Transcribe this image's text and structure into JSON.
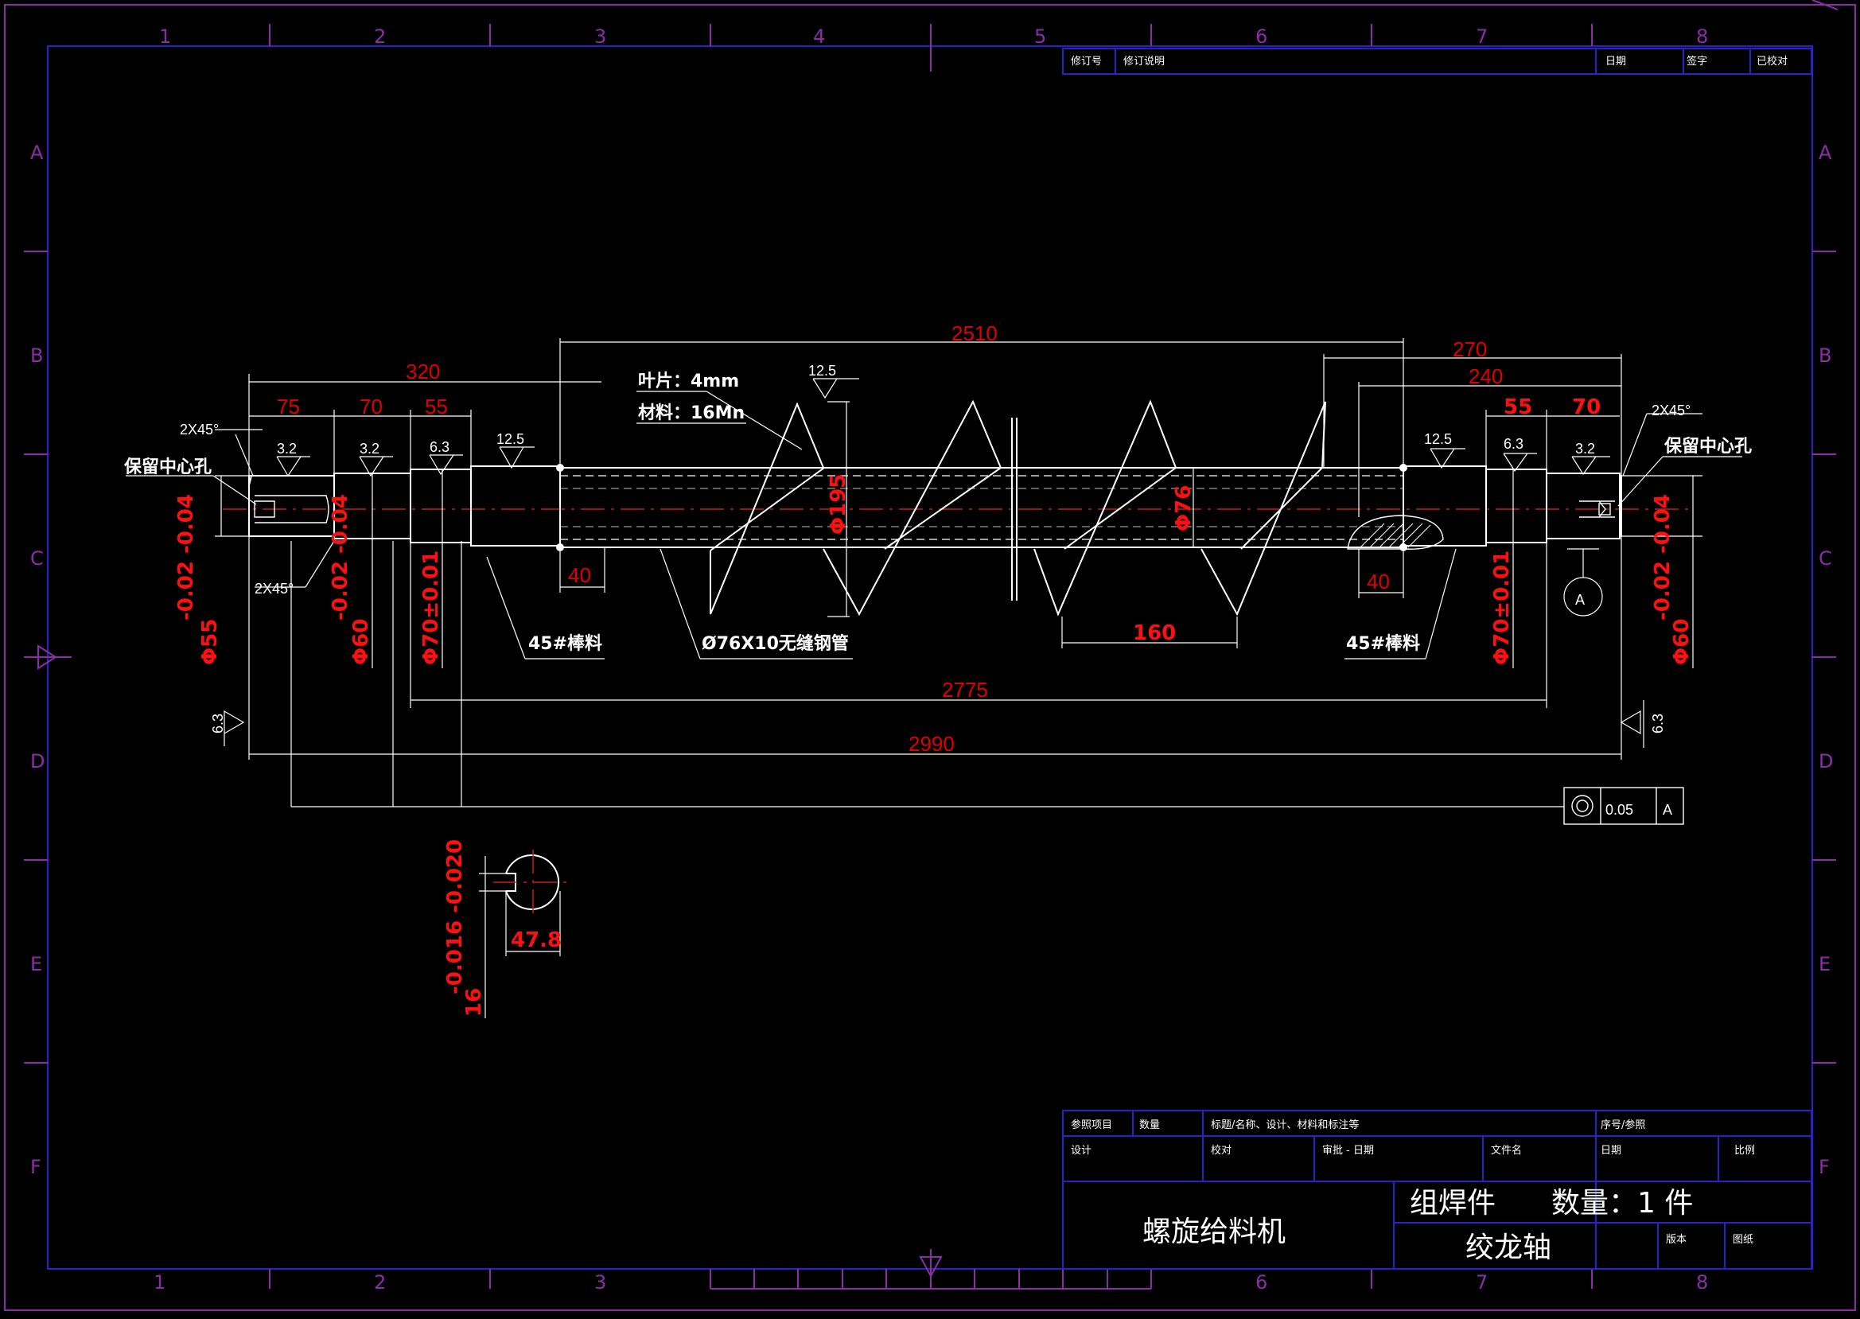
{
  "zones": {
    "cols": [
      "1",
      "2",
      "3",
      "4",
      "5",
      "6",
      "7",
      "8"
    ],
    "rows": [
      "A",
      "B",
      "C",
      "D",
      "E",
      "F"
    ]
  },
  "revision_block": {
    "rev_no": "修订号",
    "rev_desc": "修订说明",
    "date": "日期",
    "sign": "签字",
    "checked": "已校对"
  },
  "dimensions": {
    "d2510": "2510",
    "d320": "320",
    "d75": "75",
    "d70": "70",
    "d55": "55",
    "d270": "270",
    "d240": "240",
    "d55r": "55",
    "d70r": "70",
    "d40l": "40",
    "d40r": "40",
    "d160": "160",
    "d2775": "2775",
    "d2990": "2990",
    "d478": "47.8",
    "phi195": "Φ195",
    "phi76": "Φ76",
    "phi55": "Φ55",
    "phi55_tol": "-0.02 -0.04",
    "phi60l": "Φ60",
    "phi60l_tol": "-0.02 -0.04",
    "phi70l": "Φ70±0.01",
    "phi70r": "Φ70±0.01",
    "phi60r": "Φ60",
    "phi60r_tol": "-0.02 -0.04",
    "key16": "16",
    "key16_tol": "-0.016 -0.020",
    "chamfer": "2X45°"
  },
  "roughness": {
    "r32": "3.2",
    "r63": "6.3",
    "r125": "12.5"
  },
  "notes": {
    "blade": "叶片：4mm",
    "material": "材料：16Mn",
    "center_hole_l": "保留中心孔",
    "center_hole_r": "保留中心孔",
    "bar_l": "45#棒料",
    "bar_r": "45#棒料",
    "pipe": "Ø76X10无缝钢管",
    "datum": "A",
    "tol_sym": "◎",
    "tol_val": "0.05",
    "tol_datum": "A"
  },
  "title_block": {
    "ref_item": "参照项目",
    "qty": "数量",
    "std": "标题/名称、设计、材料和标注等",
    "seq": "序号/参照",
    "design": "设计",
    "check": "校对",
    "approve": "审批 - 日期",
    "file": "文件名",
    "date": "日期",
    "scale": "比例",
    "project": "螺旋给料机",
    "assembly": "组焊件",
    "qty_big": "数量：1 件",
    "part": "绞龙轴",
    "version": "版本",
    "sheet": "图纸"
  }
}
